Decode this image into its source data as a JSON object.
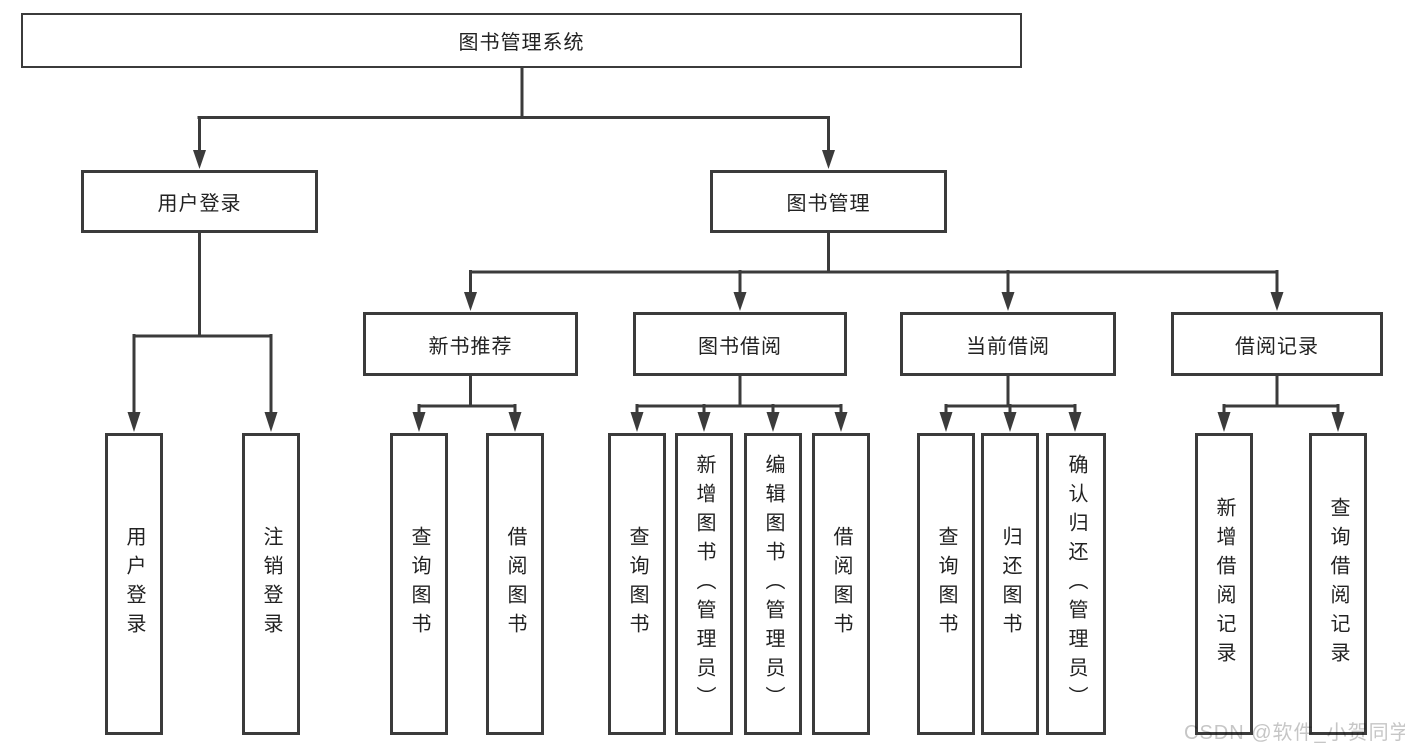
{
  "colors": {
    "line": "#3b3b3b",
    "box_border": "#3b3b3b",
    "text": "#222222",
    "watermark_text": "#c6c6c6",
    "background": "#ffffff"
  },
  "tree": {
    "label": "图书管理系统",
    "children": [
      {
        "label": "用户登录",
        "children": [
          {
            "label": "用户登录"
          },
          {
            "label": "注销登录"
          }
        ]
      },
      {
        "label": "图书管理",
        "children": [
          {
            "label": "新书推荐",
            "children": [
              {
                "label": "查询图书"
              },
              {
                "label": "借阅图书"
              }
            ]
          },
          {
            "label": "图书借阅",
            "children": [
              {
                "label": "查询图书"
              },
              {
                "label": "新增图书（管理员）"
              },
              {
                "label": "编辑图书（管理员）"
              },
              {
                "label": "借阅图书"
              }
            ]
          },
          {
            "label": "当前借阅",
            "children": [
              {
                "label": "查询图书"
              },
              {
                "label": "归还图书"
              },
              {
                "label": "确认归还（管理员）"
              }
            ]
          },
          {
            "label": "借阅记录",
            "children": [
              {
                "label": "新增借阅记录"
              },
              {
                "label": "查询借阅记录"
              }
            ]
          }
        ]
      }
    ]
  },
  "watermark": {
    "text": "CSDN @软件_小贺同学"
  }
}
